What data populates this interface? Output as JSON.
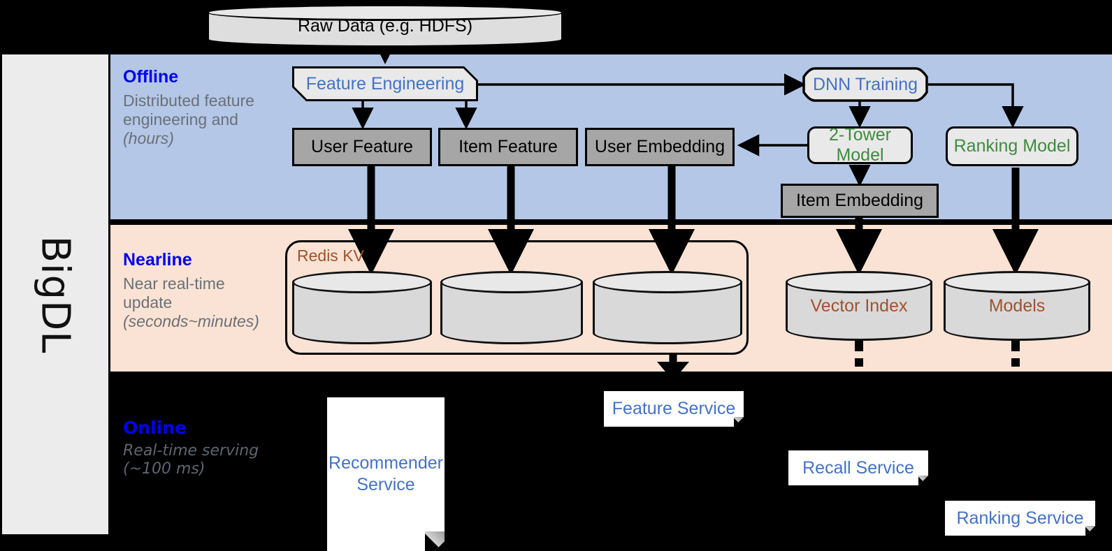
{
  "sidebar": {
    "label": "BigDL"
  },
  "bands": [
    {
      "id": "offline",
      "title": "Offline",
      "subtitle": "Distributed feature engineering and ",
      "subtitle_italic": "(hours)"
    },
    {
      "id": "nearline",
      "title": "Nearline",
      "subtitle": "Near real-time update ",
      "subtitle_italic": "(seconds~minutes)"
    },
    {
      "id": "online",
      "title": "Online",
      "subtitle": "Real-time serving ",
      "subtitle_italic": "(~100 ms)"
    }
  ],
  "captions": {
    "offline_title": "Offline",
    "offline_sub_a": "Distributed feature engineering and",
    "offline_sub_b": "(hours)",
    "nearline_title": "Nearline",
    "nearline_sub_a": "Near real-time update",
    "nearline_sub_b": "(seconds~minutes)",
    "online_title": "Online",
    "online_sub_a": "Real-time serving",
    "online_sub_b": "(~100 ms)"
  },
  "nodes": {
    "raw_data": "Raw Data (e.g. HDFS)",
    "feature_engineering": "Feature Engineering",
    "dnn_training": "DNN Training",
    "user_feature": "User Feature",
    "item_feature": "Item Feature",
    "user_embedding": "User Embedding",
    "two_tower_model": "2-Tower Model",
    "ranking_model": "Ranking Model",
    "item_embedding": "Item Embedding",
    "redis_kv": "Redis KV",
    "vector_index": "Vector Index",
    "models": "Models",
    "feature_service": "Feature Service",
    "recommender_service_l1": "Recommender",
    "recommender_service_l2": "Service",
    "recall_service": "Recall Service",
    "ranking_service": "Ranking Service"
  },
  "colors": {
    "offline_band": "#b4c7e7",
    "nearline_band": "#fae3d4",
    "online_band": "#000000",
    "sidebar": "#ececec",
    "band_title": "#0000ee",
    "band_subtitle": "#6b7078",
    "process_text": "#4472c4",
    "model_text": "#3f8b3f",
    "storage_fill": "#a6a6a6",
    "cylinder_fill": "#d9d9d9",
    "cylinder_text": "#a0522d",
    "service_fill": "#ffffff",
    "service_text": "#4472c4"
  }
}
